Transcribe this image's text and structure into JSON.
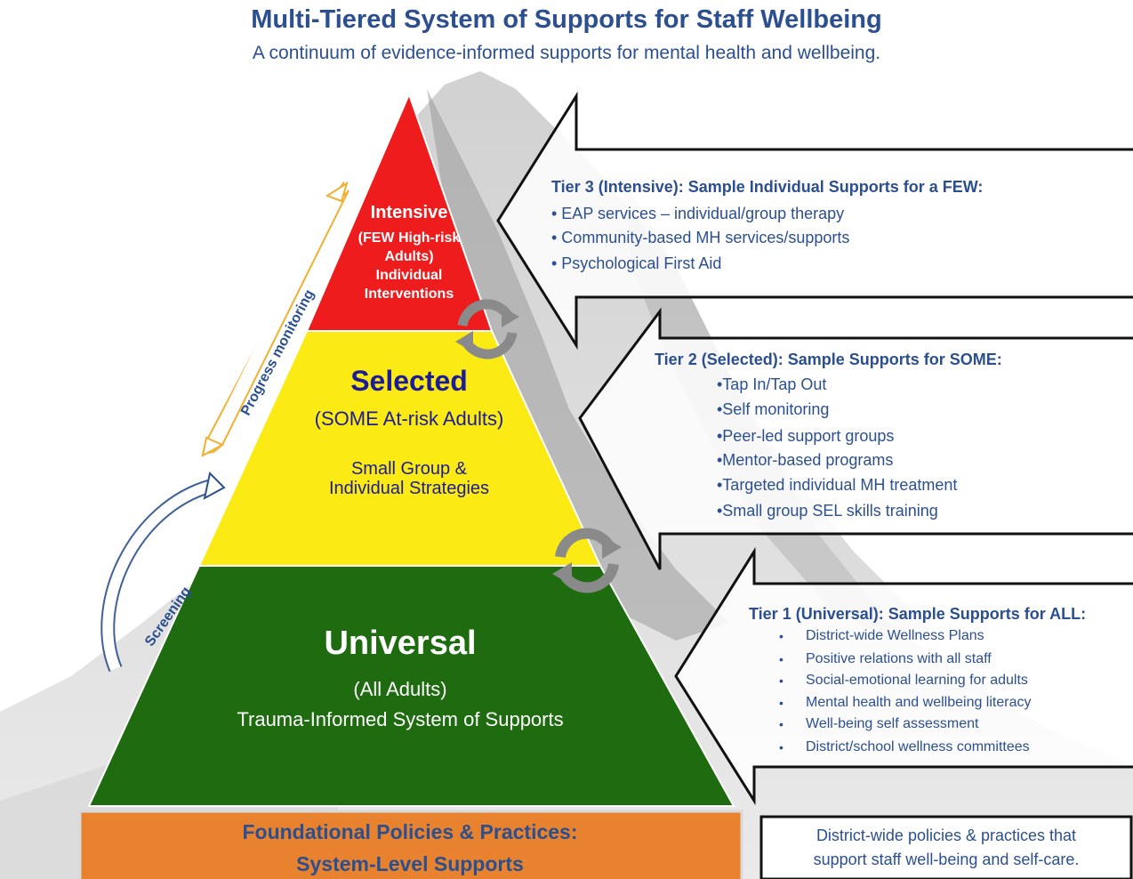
{
  "title": "Multi-Tiered System of Supports for Staff Wellbeing",
  "subtitle": "A continuum of evidence-informed supports for mental health and wellbeing.",
  "colors": {
    "intensive": "#ee1c1c",
    "selected": "#fbea14",
    "universal": "#1e6b10",
    "foundation": "#e8822e",
    "text_blue": "#2b4f8f"
  },
  "pyramid": {
    "intensive": {
      "name": "Intensive",
      "lines": [
        "(FEW High-risk",
        "Adults)",
        "Individual",
        "Interventions"
      ]
    },
    "selected": {
      "name": "Selected",
      "subtitle": "(SOME At-risk Adults)",
      "description": [
        "Small Group &",
        "Individual Strategies"
      ]
    },
    "universal": {
      "name": "Universal",
      "subtitle": "(All  Adults)",
      "description": "Trauma-Informed System of Supports"
    }
  },
  "side_labels": {
    "progress_monitoring": "Progress monitoring",
    "screening": "Screening"
  },
  "foundation": {
    "lines": [
      "Foundational Policies & Practices:",
      "System-Level Supports"
    ],
    "note": [
      "District-wide policies & practices that",
      "support staff well-being and self-care."
    ]
  },
  "tier3_panel": {
    "heading": "Tier 3 (Intensive): Sample Individual Supports for a FEW:",
    "items": [
      "• EAP services – individual/group therapy",
      "• Community-based MH services/supports",
      "• Psychological First Aid"
    ]
  },
  "tier2_panel": {
    "heading": "Tier 2 (Selected): Sample Supports for SOME:",
    "items": [
      "•Tap In/Tap Out",
      "•Self monitoring",
      "•Peer-led support groups",
      "•Mentor-based programs",
      "•Targeted individual MH treatment",
      "•Small group SEL skills training"
    ]
  },
  "tier1_panel": {
    "heading": "Tier 1 (Universal): Sample Supports for ALL:",
    "items": [
      "District-wide Wellness Plans",
      "Positive relations with all staff",
      "Social-emotional learning for adults",
      "Mental health and wellbeing literacy",
      "Well-being self assessment",
      "District/school wellness committees"
    ]
  }
}
